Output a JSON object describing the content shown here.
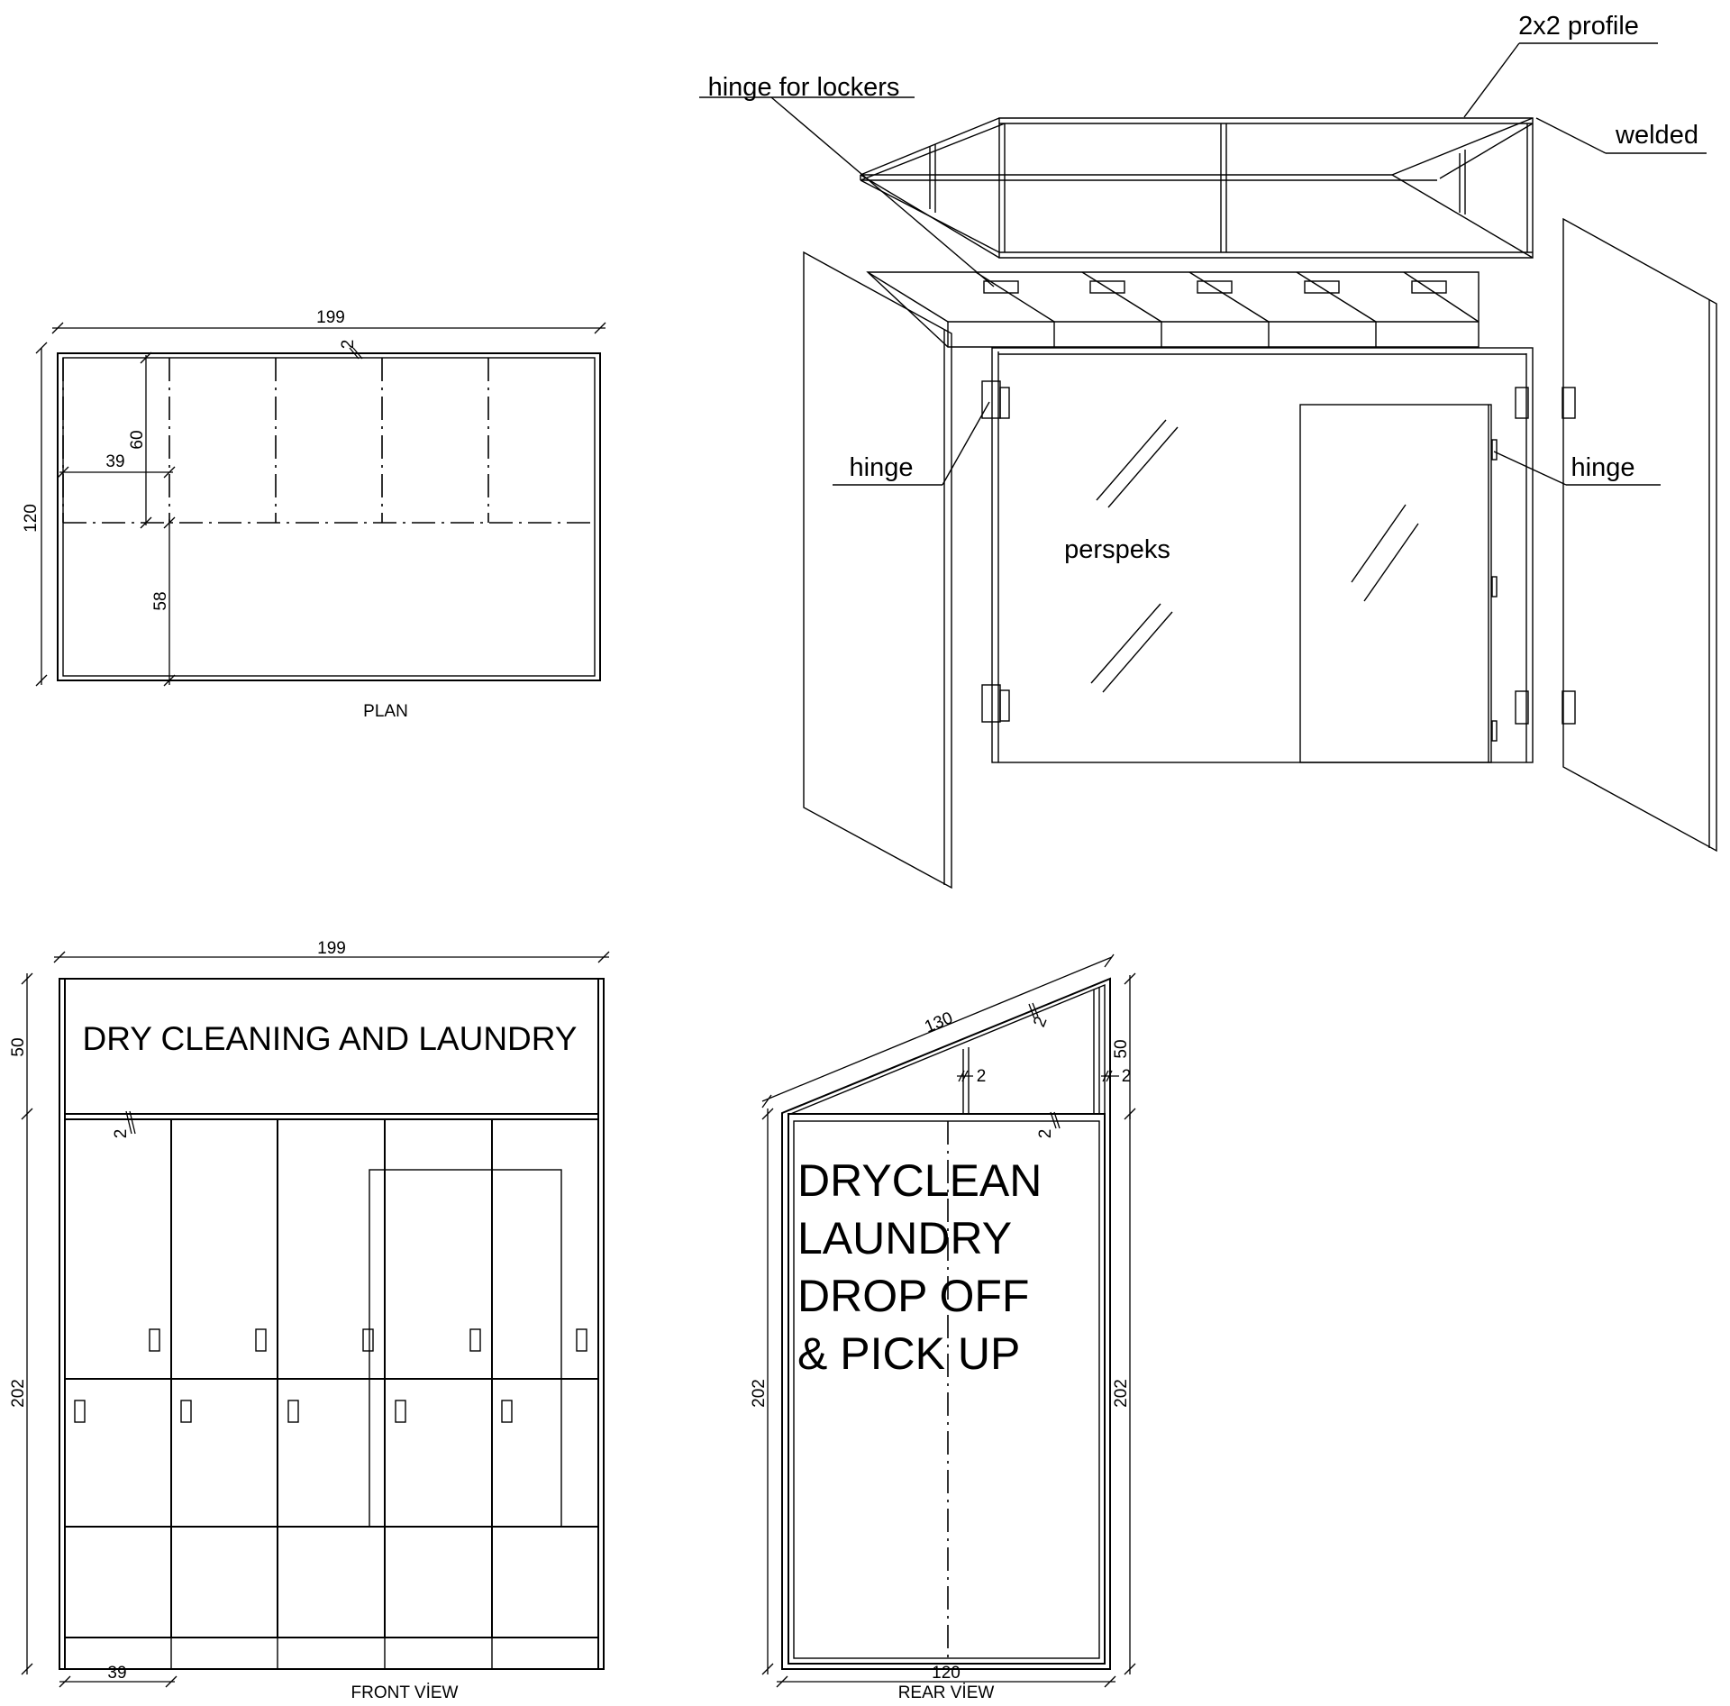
{
  "plan": {
    "caption": "PLAN",
    "dims": {
      "width": "199",
      "height": "120",
      "gap": "2",
      "locker_depth": "60",
      "locker_width": "39",
      "rest_depth": "58"
    }
  },
  "front": {
    "caption": "FRONT VİEW",
    "sign": "DRY CLEANING AND LAUNDRY",
    "dims": {
      "width": "199",
      "sign_height": "50",
      "body_height": "202",
      "gap": "2",
      "locker_width": "39"
    }
  },
  "rear": {
    "caption": "REAR VİEW",
    "sign_lines": [
      "DRYCLEAN",
      "LAUNDRY",
      "DROP OFF",
      "& PICK UP"
    ],
    "dims": {
      "slope": "130",
      "gap_top": "2",
      "gap_mid": "2",
      "gap_right": "2",
      "gap_inner": "2",
      "sign_height": "50",
      "left_height": "202",
      "right_height": "202",
      "width": "120"
    }
  },
  "axon": {
    "labels": {
      "profile": "2x2 profile",
      "locker_hinge": "hinge for lockers",
      "welded": "welded",
      "hinge_left": "hinge",
      "hinge_right": "hinge",
      "material": "perspeks"
    }
  }
}
